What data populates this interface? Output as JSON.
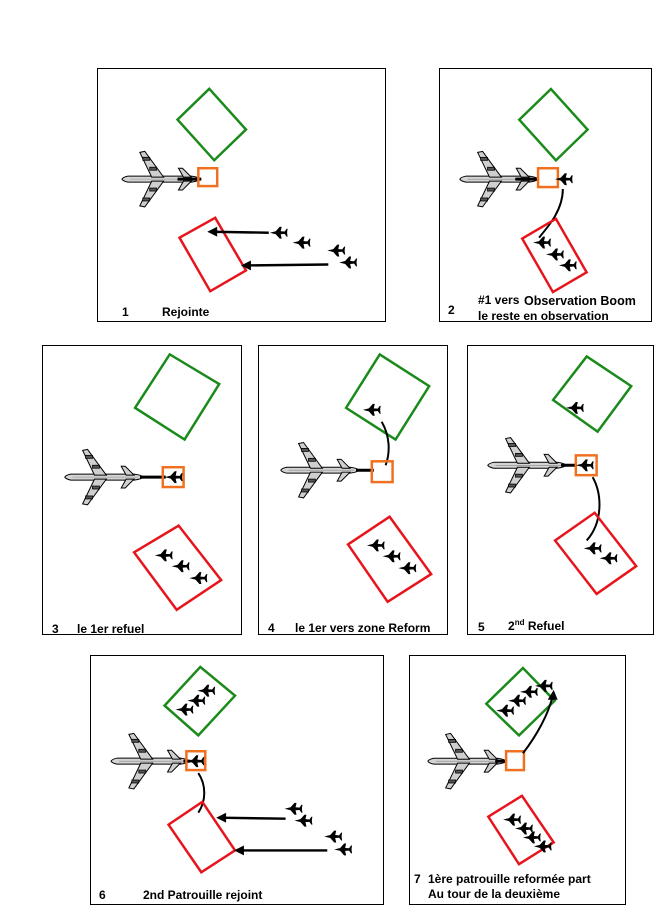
{
  "panels": [
    {
      "number": "1",
      "caption": "Rejointe"
    },
    {
      "number": "2",
      "caption_prefix": "#1 vers",
      "caption_strong": "Observation Boom",
      "caption_line2": "le reste en observation"
    },
    {
      "number": "3",
      "caption": "le 1er refuel"
    },
    {
      "number": "4",
      "caption": "le 1er vers zone Reform"
    },
    {
      "number": "5",
      "caption_base": "2",
      "caption_sup": "nd",
      "caption_rest": "Refuel"
    },
    {
      "number": "6",
      "caption": "2nd Patrouille rejoint"
    },
    {
      "number": "7",
      "caption_line1": "1ère patrouille reformée part",
      "caption_line2": "Au tour de la deuxième"
    }
  ],
  "colors": {
    "reform_zone": "#1a8a1a",
    "observation_zone": "#e8141c",
    "boom_zone": "#f07020",
    "fighter": "#000000",
    "tanker": "#c8c8c8"
  },
  "icons": [
    "tanker-aircraft-icon",
    "fighter-jet-icon",
    "flight-path-arrow-icon"
  ]
}
